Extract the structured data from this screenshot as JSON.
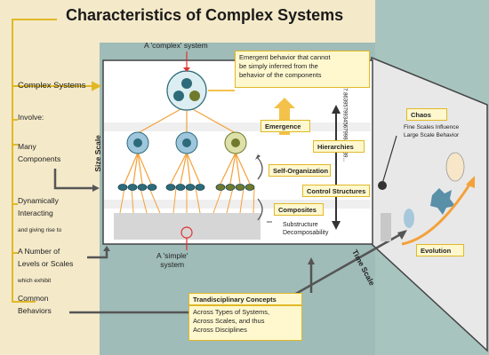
{
  "title": "Characteristics of Complex Systems",
  "left_column": {
    "complex_systems": "Complex Systems",
    "involve": "Involve:",
    "many_components": [
      "Many",
      "Components"
    ],
    "dynamically_interacting": [
      "Dynamically",
      "Interacting"
    ],
    "giving_rise": "and giving rise to",
    "levels_scales": [
      "A Number of",
      "Levels or Scales"
    ],
    "which_exhibit": "which exhibit",
    "common_behaviors": [
      "Common",
      "Behaviors"
    ]
  },
  "labels": {
    "complex_system": "A 'complex' system",
    "simple_system": [
      "A 'simple'",
      "system"
    ],
    "size_scale": "Size Scale",
    "time_scale": "Time Scale",
    "substructure": "Substructure",
    "decomposability": "Decomposability",
    "fine_scales": "Fine Scales Influence",
    "large_scale": "Large Scale Behavior",
    "digits": "347.8639579934567998835439..."
  },
  "boxes": {
    "emergent_note": [
      "Emergent behavior that cannot",
      "be simply inferred from the",
      "behavior of the components"
    ],
    "emergence": "Emergence",
    "hierarchies": "Hierarchies",
    "self_organization": "Self-Organization",
    "control_structures": "Control Structures",
    "composites": "Composites",
    "chaos": "Chaos",
    "evolution": "Evolution",
    "transdisciplinary": "Trandisciplinary Concepts",
    "across": [
      "Across Types of Systems,",
      "Across Scales, and thus",
      "Across Disciplines"
    ]
  },
  "colors": {
    "cream": "#f4e9c9",
    "teal": "#9fbcb8",
    "orange": "#f4a13a",
    "yellow_box": "#fff8cf",
    "red": "#e03030"
  }
}
